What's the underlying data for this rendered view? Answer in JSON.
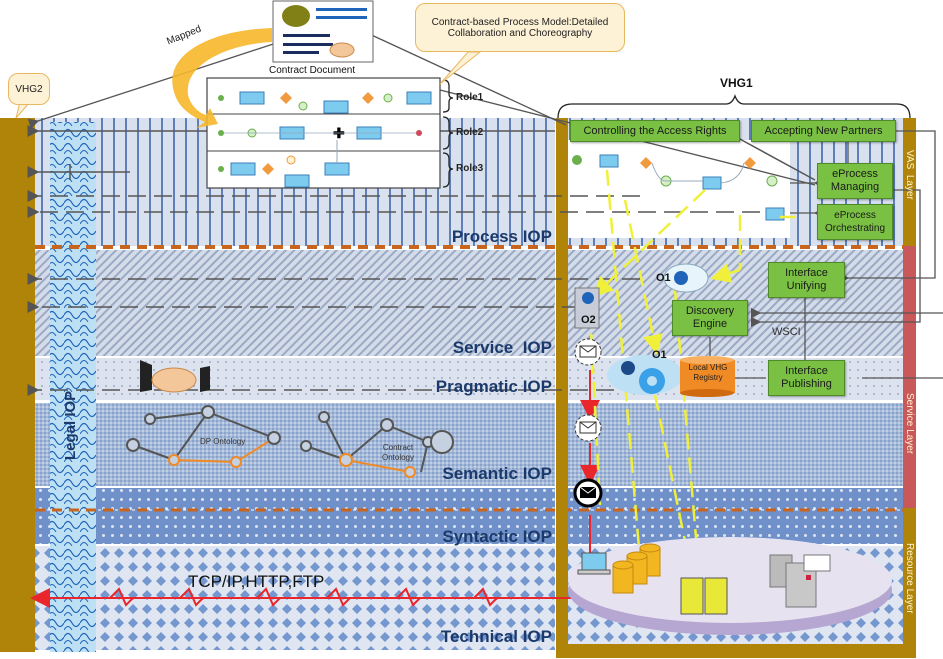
{
  "contract": {
    "caption": "Contract Document",
    "mapped_label": "Mapped",
    "callout": "Contract-based Process Model:Detailed Collaboration and Choreography"
  },
  "vhg2": {
    "label": "VHG2"
  },
  "vhg1": {
    "label": "VHG1"
  },
  "roles": [
    "Role1",
    "Role2",
    "Role3"
  ],
  "layers_left": {
    "legal": "Legal IOP",
    "bands": [
      {
        "id": "process",
        "label": "Process IOP"
      },
      {
        "id": "service",
        "label": "Service  IOP"
      },
      {
        "id": "pragmatic",
        "label": "Pragmatic IOP"
      },
      {
        "id": "semantic",
        "label": "Semantic IOP"
      },
      {
        "id": "syntactic",
        "label": "Syntactic IOP"
      },
      {
        "id": "technical",
        "label": "Technical IOP"
      }
    ]
  },
  "ontologies": {
    "dp": "DP Ontology",
    "contract": "Contract Ontology"
  },
  "protocol_label": "TCP/IP,HTTP,FTP",
  "vhg1_components": {
    "access_rights": "Controlling the Access Rights",
    "new_partners": "Accepting New Partners",
    "eprocess_managing": "eProcess Managing",
    "eprocess_orchestrating": "eProcess Orchestrating",
    "interface_unifying": "Interface Unifying",
    "discovery_engine": "Discovery Engine",
    "interface_publishing": "Interface Publishing",
    "registry": "Local VHG Registry",
    "wsci": "WSCI",
    "o1_top": "O1",
    "o1_mid": "O1",
    "o2": "O2"
  },
  "side_layers": {
    "vas": "VAS  Layer",
    "service": "Service Layer",
    "resource": "Resource Layer"
  },
  "colors": {
    "pillar": "#b08408",
    "service_layer": "#c9585a",
    "green_box": "#7ac143",
    "band_label": "#1b3a6b",
    "divider": "#c8641c",
    "red_flow": "#e8262b",
    "yellow_flow": "#f0f03a"
  }
}
